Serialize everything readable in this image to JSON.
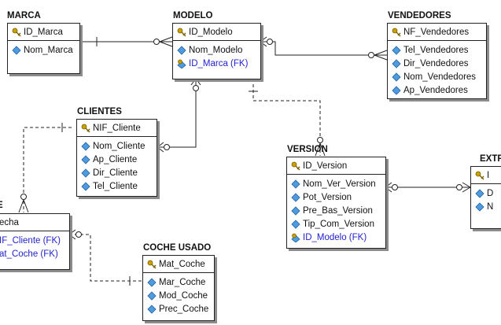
{
  "entities": {
    "marca": {
      "title": "MARCA",
      "pk": "ID_Marca",
      "attrs": [
        "Nom_Marca"
      ]
    },
    "modelo": {
      "title": "MODELO",
      "pk": "ID_Modelo",
      "attrs": [
        "Nom_Modelo"
      ],
      "fks": [
        "ID_Marca (FK)"
      ]
    },
    "vendedores": {
      "title": "VENDEDORES",
      "pk": "NF_Vendedores",
      "attrs": [
        "Tel_Vendedores",
        "Dir_Vendedores",
        "Nom_Vendedores",
        "Ap_Vendedores"
      ]
    },
    "clientes": {
      "title": "CLIENTES",
      "pk": "NIF_Cliente",
      "attrs": [
        "Nom_Cliente",
        "Ap_Cliente",
        "Dir_Cliente",
        "Tel_Cliente"
      ]
    },
    "version": {
      "title": "VERSION",
      "pk": "ID_Version",
      "attrs": [
        "Nom_Ver_Version",
        "Pot_Version",
        "Pre_Bas_Version",
        "Tip_Com_Version"
      ],
      "fks": [
        "ID_Modelo (FK)"
      ]
    },
    "coche_usado": {
      "title": "COCHE USADO",
      "pk": "Mat_Coche",
      "attrs": [
        "Mar_Coche",
        "Mod_Coche",
        "Prec_Coche"
      ]
    },
    "venta": {
      "title": "E",
      "pk": "echa",
      "fks": [
        "IF_Cliente (FK)",
        "at_Coche (FK)"
      ]
    },
    "extra": {
      "title": "EXTF",
      "pk": "I",
      "attrs": [
        "D",
        "N"
      ]
    }
  },
  "colors": {
    "fk_text": "#1f1fcc",
    "line": "#222222",
    "shadow": "#8c8c8c",
    "key_icon": "#c8a000",
    "attr_icon": "#4f9be0"
  },
  "icons": {
    "pk": "key-icon",
    "attribute": "diamond-icon",
    "foreign_key": "fk-key-icon"
  }
}
